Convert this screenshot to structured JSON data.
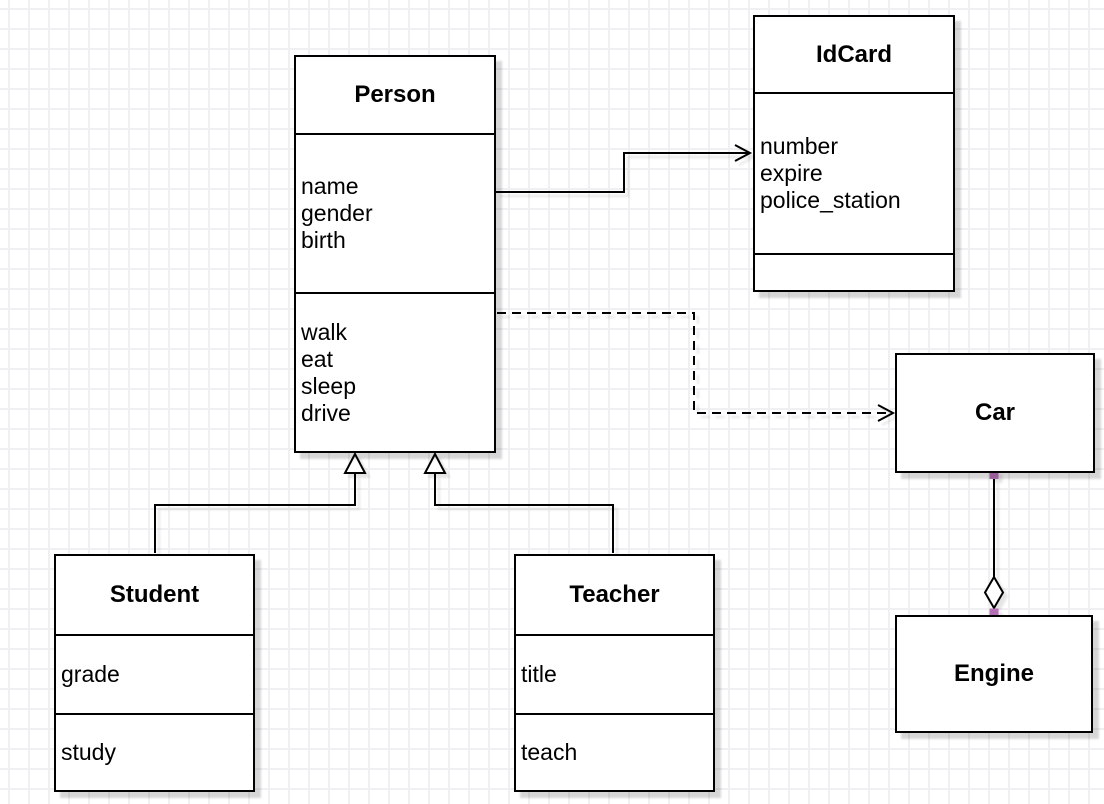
{
  "diagram": {
    "type": "uml-class-diagram",
    "classes": [
      {
        "name": "Person",
        "attributes": [
          "name",
          "gender",
          "birth"
        ],
        "methods": [
          "walk",
          "eat",
          "sleep",
          "drive"
        ]
      },
      {
        "name": "IdCard",
        "attributes": [
          "number",
          "expire",
          "police_station"
        ],
        "methods": []
      },
      {
        "name": "Car",
        "attributes": [],
        "methods": []
      },
      {
        "name": "Engine",
        "attributes": [],
        "methods": []
      },
      {
        "name": "Student",
        "attributes": [
          "grade"
        ],
        "methods": [
          "study"
        ]
      },
      {
        "name": "Teacher",
        "attributes": [
          "title"
        ],
        "methods": [
          "teach"
        ]
      }
    ],
    "relationships": [
      {
        "from": "Person",
        "to": "IdCard",
        "type": "association",
        "line": "solid",
        "arrowhead": "open-arrow"
      },
      {
        "from": "Person",
        "to": "Car",
        "type": "dependency",
        "line": "dashed",
        "arrowhead": "open-arrow"
      },
      {
        "from": "Student",
        "to": "Person",
        "type": "generalization",
        "line": "solid",
        "arrowhead": "hollow-triangle"
      },
      {
        "from": "Teacher",
        "to": "Person",
        "type": "generalization",
        "line": "solid",
        "arrowhead": "hollow-triangle"
      },
      {
        "from": "Car",
        "to": "Engine",
        "type": "aggregation",
        "line": "solid",
        "arrowhead": "hollow-diamond"
      }
    ],
    "colors": {
      "line": "#000000",
      "box_fill": "#ffffff",
      "text": "#000000",
      "grid_line": "#f0f0f2",
      "canvas": "#ffffff",
      "anchor_marker": "#b570b5",
      "shadow": "rgba(0,0,0,0.16)"
    }
  }
}
